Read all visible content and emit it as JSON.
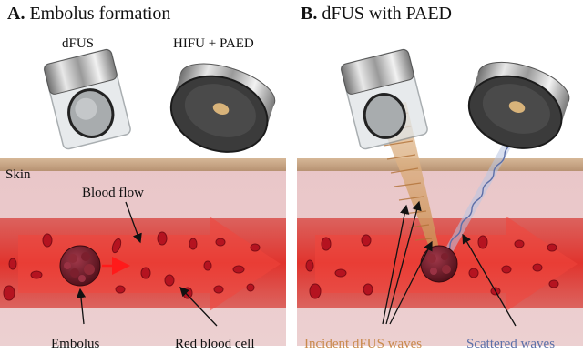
{
  "panel_a": {
    "letter": "A.",
    "title": "Embolus formation",
    "transducer_dfus_label": "dFUS",
    "transducer_hifu_label": "HIFU + PAED",
    "skin_label": "Skin",
    "blood_flow_label": "Blood flow",
    "embolus_label": "Embolus",
    "rbc_label": "Red blood cell"
  },
  "panel_b": {
    "letter": "B.",
    "title": "dFUS with PAED",
    "incident_label": "Incident dFUS waves",
    "scattered_label": "Scattered waves"
  },
  "colors": {
    "vessel": "#e0231c",
    "skin": "#c7a383",
    "tissue": "#e9c6c8",
    "embolus": "#6b1622",
    "incident_waves": "#c98a4d",
    "scattered_waves": "#5c6fa8"
  }
}
